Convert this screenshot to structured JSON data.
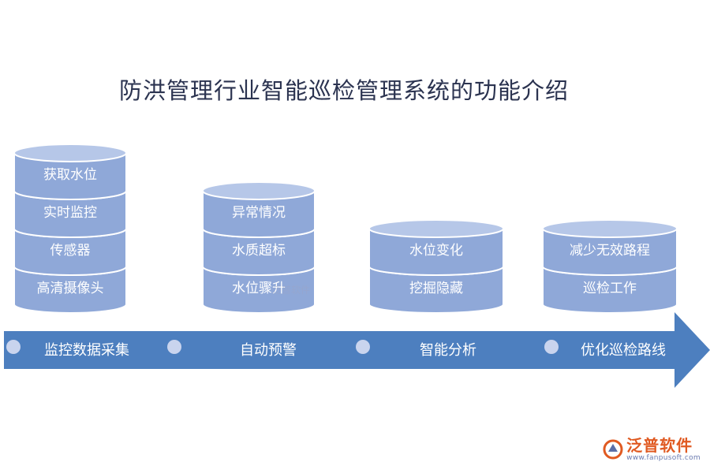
{
  "title": "防洪管理行业智能巡检管理系统的功能介绍",
  "stages": [
    {
      "label": "监控数据采集",
      "items": [
        "获取水位",
        "实时监控",
        "传感器",
        "高清摄像头"
      ]
    },
    {
      "label": "自动预警",
      "items": [
        "异常情况",
        "水质超标",
        "水位骤升"
      ]
    },
    {
      "label": "智能分析",
      "items": [
        "水位变化",
        "挖掘隐藏"
      ]
    },
    {
      "label": "优化巡检路线",
      "items": [
        "减少无效路程",
        "巡检工作"
      ]
    }
  ],
  "watermark": "泛普软件",
  "logo": {
    "name": "泛普软件",
    "url": "www.fanpusoft.com"
  },
  "colors": {
    "cylinder": "#8fa8d8",
    "cylinder_top": "#b6c7e8",
    "arrow": "#4d7fbf",
    "dot": "#c9d4ee",
    "title": "#2b3350"
  }
}
